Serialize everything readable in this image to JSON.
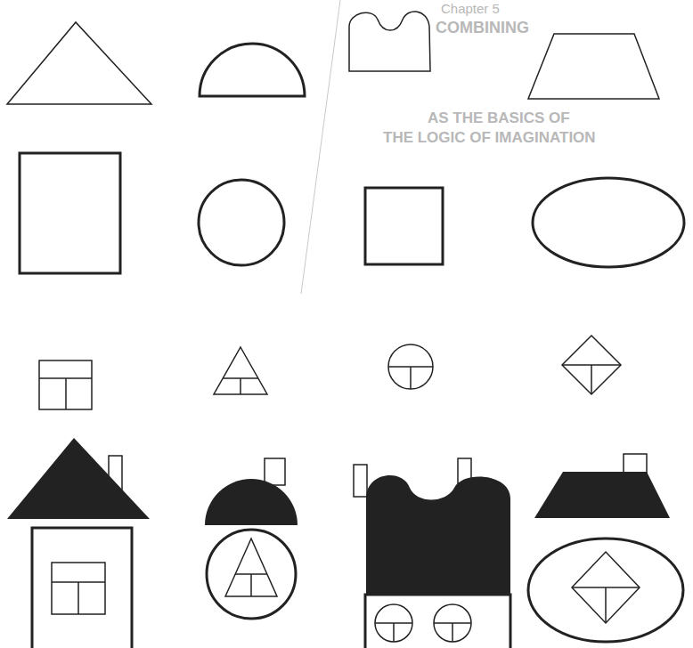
{
  "diagram": {
    "labels": [
      "Chapter 5",
      "COMBINING",
      "AS THE BASICS OF",
      "THE LOGIC OF IMAGINATION"
    ]
  }
}
